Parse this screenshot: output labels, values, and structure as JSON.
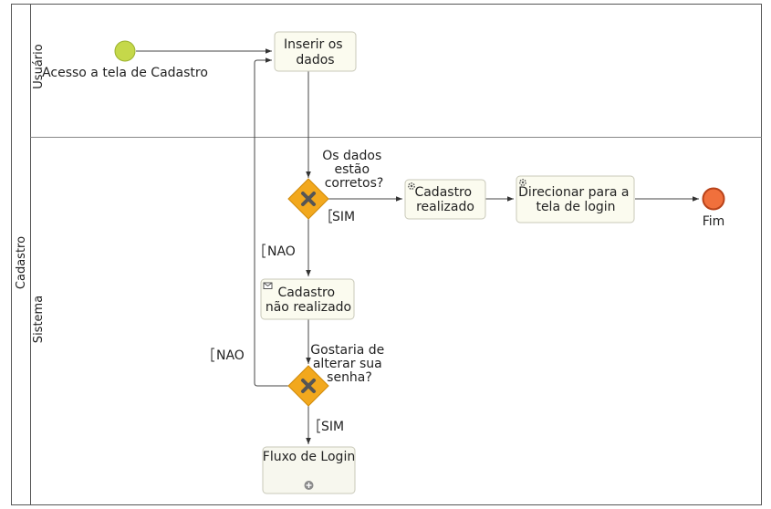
{
  "pool": {
    "label": "Cadastro"
  },
  "lanes": [
    {
      "label": "Usuário"
    },
    {
      "label": "Sistema"
    }
  ],
  "events": {
    "start": {
      "label": "Acesso a tela de Cadastro",
      "color": "#c5d84a"
    },
    "end": {
      "label": "Fim",
      "color": "#f0703c"
    }
  },
  "tasks": {
    "inserir": {
      "lines": [
        "Inserir os",
        "dados"
      ]
    },
    "realizado": {
      "lines": [
        "Cadastro",
        "realizado"
      ],
      "icon": "gear-icon"
    },
    "direcionar": {
      "lines": [
        "Direcionar para a",
        "tela de login"
      ],
      "icon": "gear-icon"
    },
    "nao_realizado": {
      "lines": [
        "Cadastro",
        "não realizado"
      ],
      "icon": "envelope-icon"
    },
    "fluxo_login": {
      "label": "Fluxo de Login",
      "icon": "plus-circle-icon"
    }
  },
  "gateways": {
    "dados_corretos": {
      "lines": [
        "Os dados",
        "estão",
        "corretos?"
      ],
      "color": "#f2a81d"
    },
    "alterar_senha": {
      "lines": [
        "Gostaria de",
        "alterar sua",
        "senha?"
      ],
      "color": "#f2a81d"
    }
  },
  "conditions": {
    "sim_1": "SIM",
    "nao_1": "NAO",
    "nao_2": "NAO",
    "sim_2": "SIM"
  }
}
